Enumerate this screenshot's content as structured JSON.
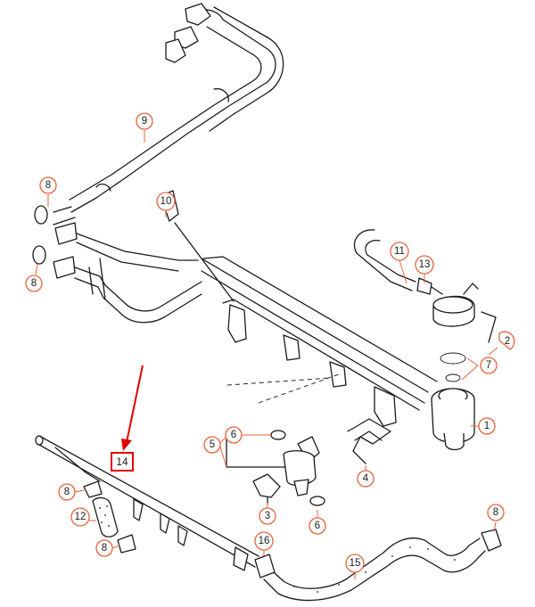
{
  "callouts": [
    {
      "id": "c-1",
      "label": "1"
    },
    {
      "id": "c-2",
      "label": "2"
    },
    {
      "id": "c-3",
      "label": "3"
    },
    {
      "id": "c-4",
      "label": "4"
    },
    {
      "id": "c-5",
      "label": "5"
    },
    {
      "id": "c-6a",
      "label": "6"
    },
    {
      "id": "c-6b",
      "label": "6"
    },
    {
      "id": "c-7",
      "label": "7"
    },
    {
      "id": "c-8a",
      "label": "8"
    },
    {
      "id": "c-8b",
      "label": "8"
    },
    {
      "id": "c-8c",
      "label": "8"
    },
    {
      "id": "c-8d",
      "label": "8"
    },
    {
      "id": "c-8e",
      "label": "8"
    },
    {
      "id": "c-9",
      "label": "9"
    },
    {
      "id": "c-10",
      "label": "10"
    },
    {
      "id": "c-11",
      "label": "11"
    },
    {
      "id": "c-12",
      "label": "12"
    },
    {
      "id": "c-13",
      "label": "13"
    },
    {
      "id": "c-15",
      "label": "15"
    },
    {
      "id": "c-16",
      "label": "16"
    }
  ],
  "highlight": {
    "label": "14"
  },
  "colors": {
    "callout": "#e8623a",
    "highlight": "#e00000",
    "line": "#1a1a1a"
  }
}
